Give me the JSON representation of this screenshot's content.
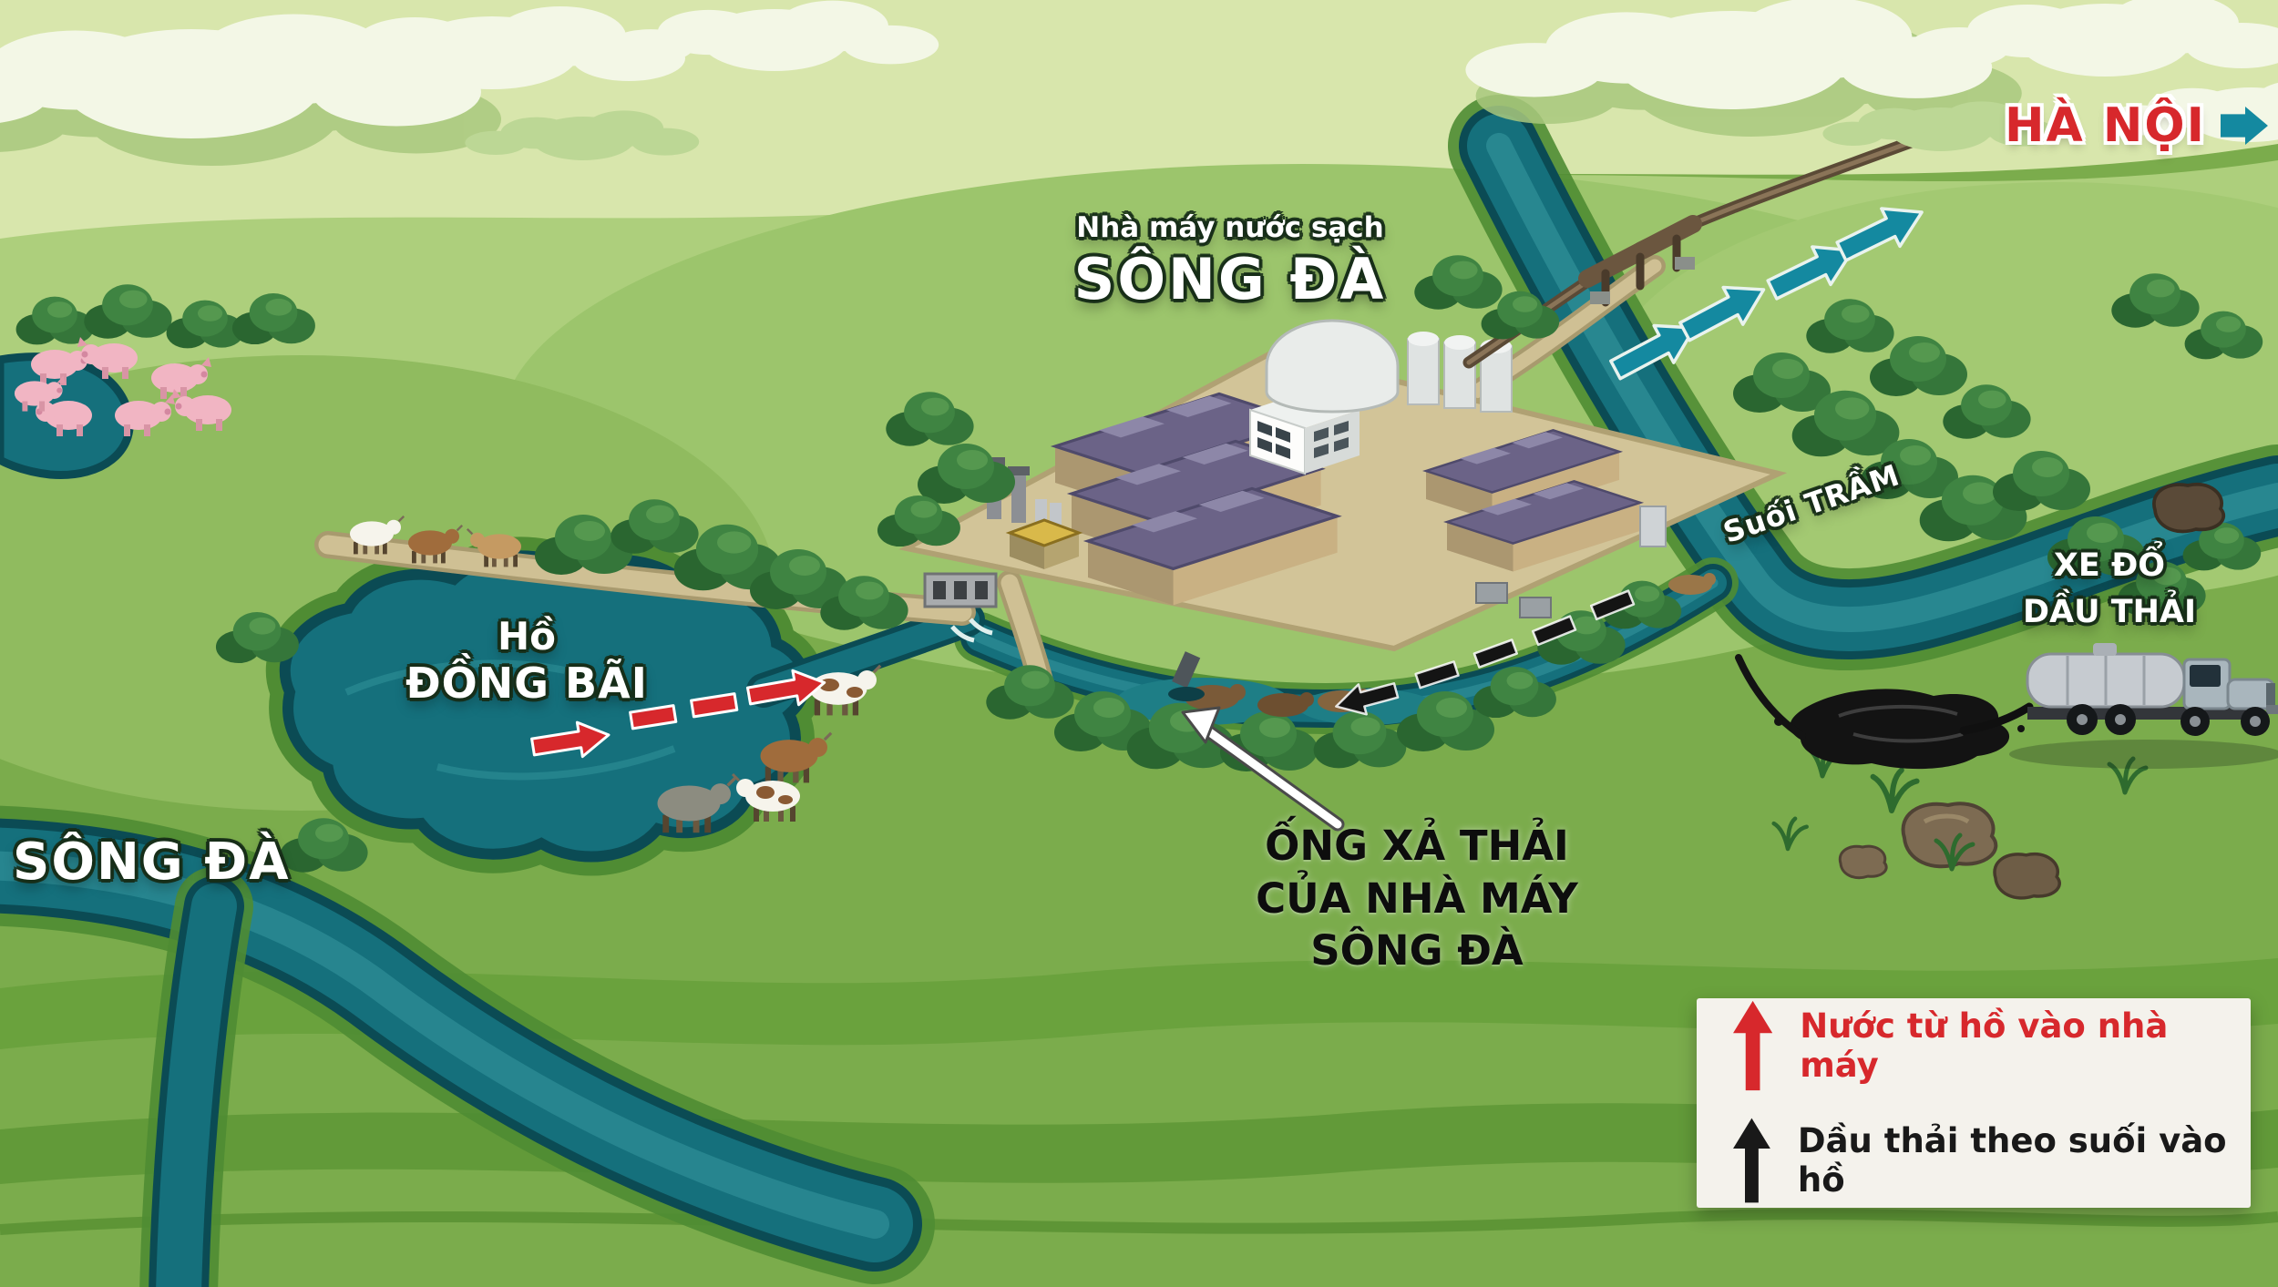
{
  "labels": {
    "destination": "HÀ NỘI",
    "plant_subtitle": "Nhà máy nước sạch",
    "plant_title": "SÔNG ĐÀ",
    "stream": "Suối TRẦM",
    "truck_line1": "XE ĐỔ",
    "truck_line2": "DẦU THẢI",
    "lake_line1": "Hồ",
    "lake_line2": "ĐỒNG BÃI",
    "river": "SÔNG ĐÀ",
    "callout_line1": "ỐNG XẢ THẢI",
    "callout_line2": "CỦA NHÀ MÁY",
    "callout_line3": "SÔNG ĐÀ"
  },
  "legend": {
    "items": [
      {
        "label": "Nước từ hồ vào nhà máy",
        "color": "#d7282c"
      },
      {
        "label": "Dầu thải theo suối vào hồ",
        "color": "#191919"
      }
    ]
  },
  "colors": {
    "accent_red": "#d7282c",
    "accent_teal": "#1489a0",
    "water_teal": "#15707c",
    "land_green": "#7bac4c",
    "legend_bg": "#f4f2ec",
    "oil_black": "#131313"
  }
}
